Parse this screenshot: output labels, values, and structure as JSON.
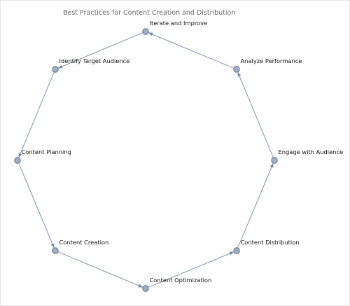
{
  "diagram": {
    "title": "Best Practices for Content Creation and Distribution",
    "colors": {
      "node_fill": "#a2aec4",
      "node_stroke": "#5f6f88",
      "edge": "#7288a6"
    },
    "nodes": [
      "Identify Target Audience",
      "Content Planning",
      "Content Creation",
      "Content Optimization",
      "Content Distribution",
      "Engage with Audience",
      "Analyze Performance",
      "Iterate and Improve"
    ],
    "edges": [
      [
        "Identify Target Audience",
        "Content Planning"
      ],
      [
        "Content Planning",
        "Content Creation"
      ],
      [
        "Content Creation",
        "Content Optimization"
      ],
      [
        "Content Optimization",
        "Content Distribution"
      ],
      [
        "Content Distribution",
        "Engage with Audience"
      ],
      [
        "Engage with Audience",
        "Analyze Performance"
      ],
      [
        "Analyze Performance",
        "Iterate and Improve"
      ],
      [
        "Iterate and Improve",
        "Identify Target Audience"
      ]
    ]
  }
}
